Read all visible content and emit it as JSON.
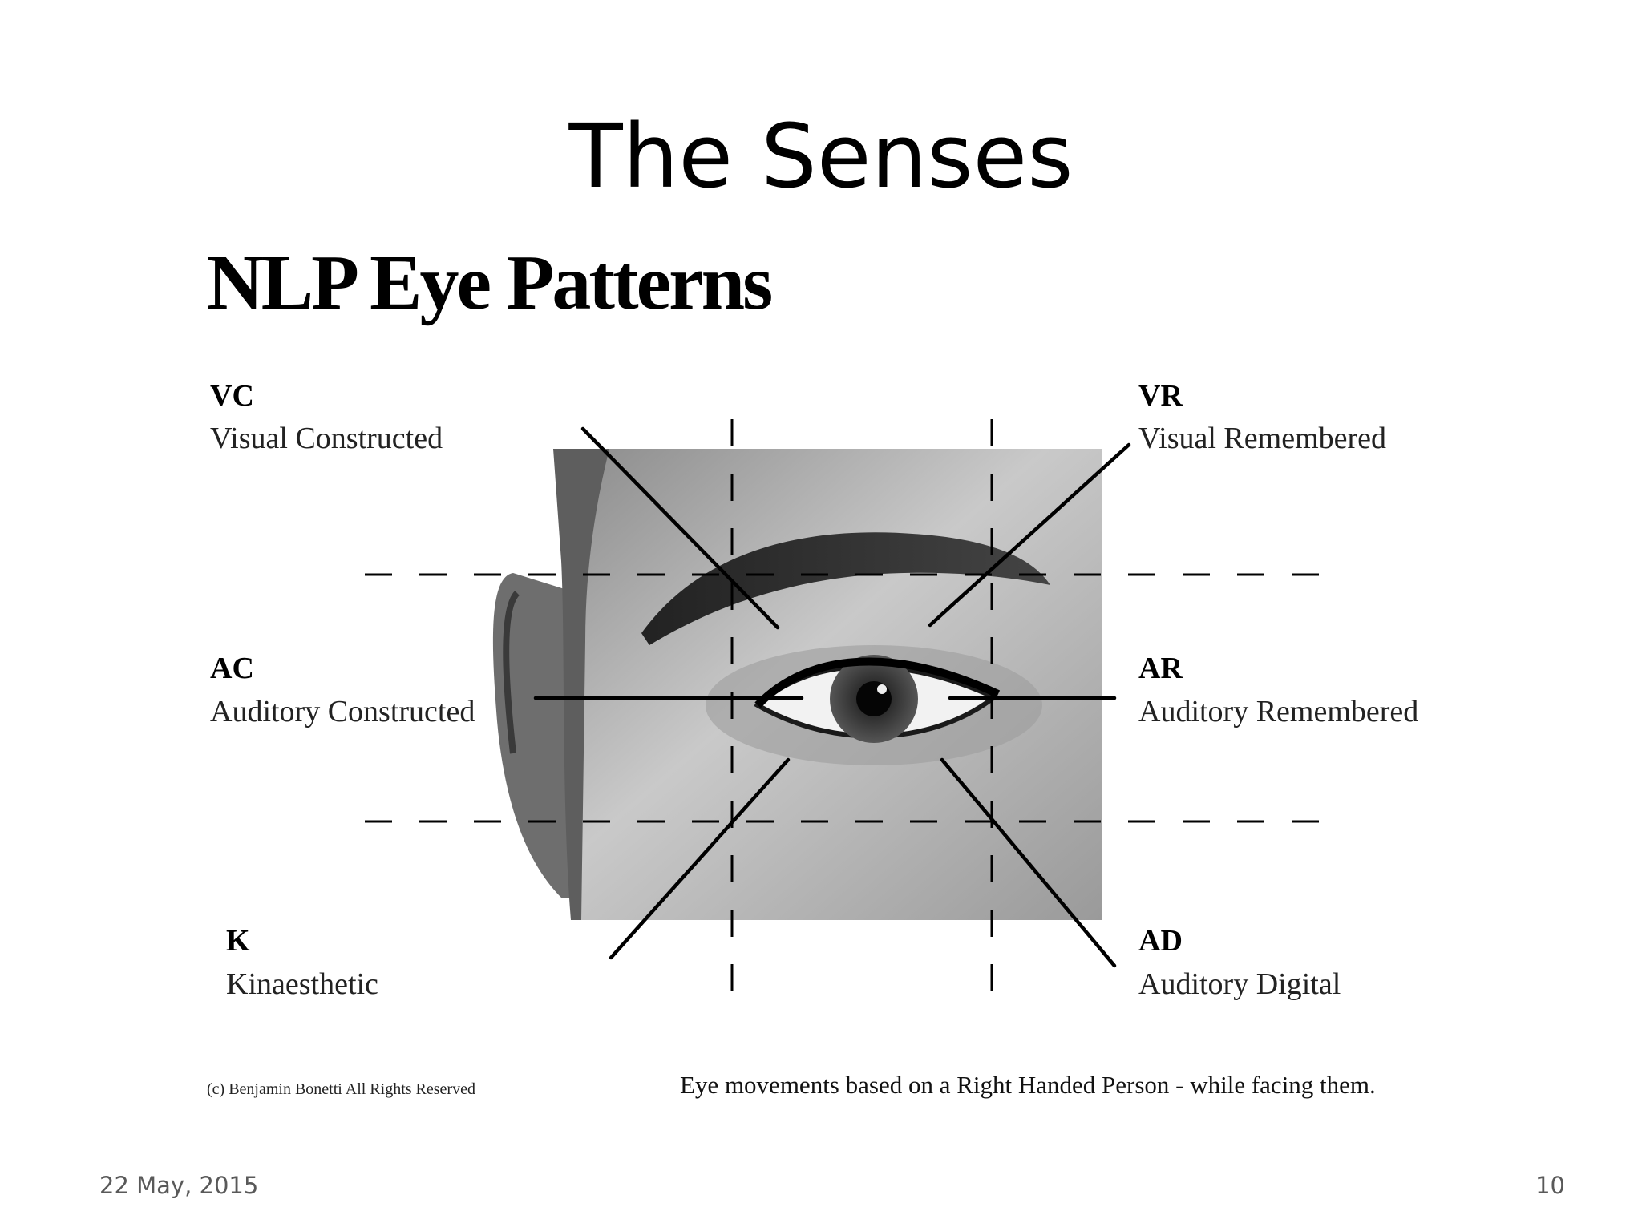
{
  "slide": {
    "title": "The Senses",
    "date": "22 May, 2015",
    "page_number": "10"
  },
  "figure": {
    "title": "NLP Eye Patterns",
    "zones": {
      "vc": {
        "code": "VC",
        "name": "Visual Constructed"
      },
      "vr": {
        "code": "VR",
        "name": "Visual Remembered"
      },
      "ac": {
        "code": "AC",
        "name": "Auditory Constructed"
      },
      "ar": {
        "code": "AR",
        "name": "Auditory Remembered"
      },
      "k": {
        "code": "K",
        "name": "Kinaesthetic"
      },
      "ad": {
        "code": "AD",
        "name": "Auditory Digital"
      }
    },
    "copyright": "(c) Benjamin Bonetti All Rights Reserved",
    "caption": "Eye movements based on a Right Handed Person - while facing them."
  },
  "colors": {
    "ink": "#000000",
    "footer_text": "#595959"
  }
}
